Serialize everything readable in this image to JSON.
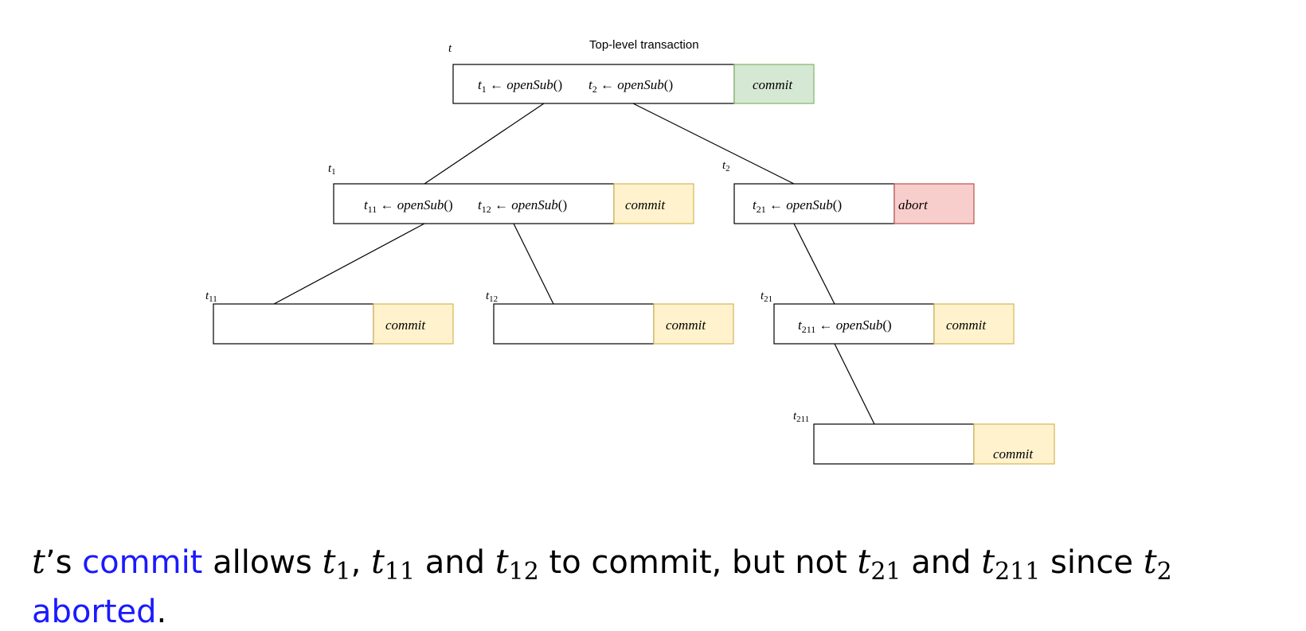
{
  "diagram": {
    "top_caption": "Top-level transaction",
    "nodes": {
      "t": {
        "label": "t",
        "status": "commit",
        "ops": [
          {
            "var": "t",
            "sub": "1",
            "arrow": " ← ",
            "call": "openSub",
            "paren": "()"
          },
          {
            "var": "t",
            "sub": "2",
            "arrow": " ← ",
            "call": "openSub",
            "paren": "()"
          }
        ]
      },
      "t1": {
        "label": "t",
        "label_sub": "1",
        "status": "commit",
        "ops": [
          {
            "var": "t",
            "sub": "11",
            "arrow": " ← ",
            "call": "openSub",
            "paren": "()"
          },
          {
            "var": "t",
            "sub": "12",
            "arrow": " ← ",
            "call": "openSub",
            "paren": "()"
          }
        ]
      },
      "t2": {
        "label": "t",
        "label_sub": "2",
        "status": "abort",
        "ops": [
          {
            "var": "t",
            "sub": "21",
            "arrow": " ← ",
            "call": "openSub",
            "paren": "()"
          }
        ]
      },
      "t11": {
        "label": "t",
        "label_sub": "11",
        "status": "commit",
        "ops": []
      },
      "t12": {
        "label": "t",
        "label_sub": "12",
        "status": "commit",
        "ops": []
      },
      "t21": {
        "label": "t",
        "label_sub": "21",
        "status": "commit",
        "ops": [
          {
            "var": "t",
            "sub": "211",
            "arrow": " ← ",
            "call": "openSub",
            "paren": "()"
          }
        ]
      },
      "t211": {
        "label": "t",
        "label_sub": "211",
        "status": "commit",
        "ops": []
      }
    },
    "colors": {
      "commit_top": "#d5e8d4",
      "commit": "#fff2cc",
      "abort": "#f8cecc",
      "keyword": "#1a1aff"
    }
  },
  "caption": {
    "t": "t",
    "s1": "’s ",
    "commit_word": "commit",
    "s2": " allows ",
    "t1_sub": "1",
    "comma": ", ",
    "t11_sub": "11",
    "and1": " and ",
    "t12_sub": "12",
    "s3": " to commit, but not ",
    "t21_sub": "21",
    "and2": " and ",
    "t211_sub": "211",
    "since": " since ",
    "t2_sub": "2",
    "aborted_word": "aborted",
    "period": "."
  }
}
